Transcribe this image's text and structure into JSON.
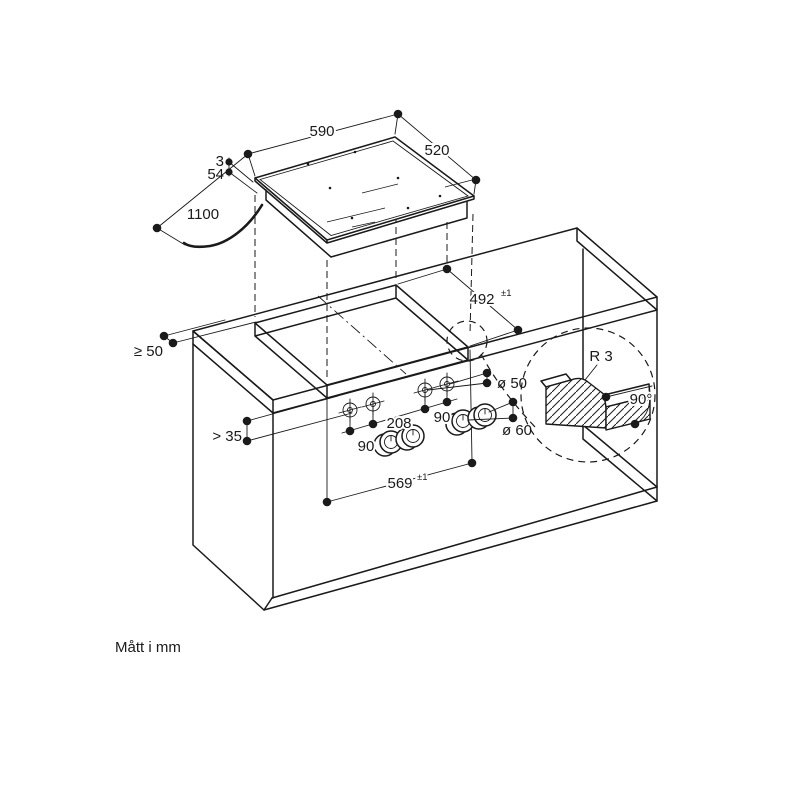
{
  "drawing": {
    "note": "Mått i mm",
    "labels": {
      "top_width": "590",
      "top_depth": "520",
      "glass_thickness": "3",
      "body_height": "54",
      "cable_length": "1100",
      "cutout_depth": "492",
      "cutout_depth_tol": "±1",
      "cutout_width": "569",
      "cutout_width_tol": "±1",
      "rear_clearance": "≥ 50",
      "lower_clearance": "> 35",
      "hole_diameter_small": "ø 50",
      "hole_diameter_large": "ø 60",
      "hole_spacing_group": "208",
      "hole_spacing_left": "90",
      "hole_spacing_right": "90",
      "edge_radius": "R 3",
      "edge_angle": "90°"
    },
    "colors": {
      "line": "#1a1a1a",
      "background": "#ffffff"
    }
  }
}
